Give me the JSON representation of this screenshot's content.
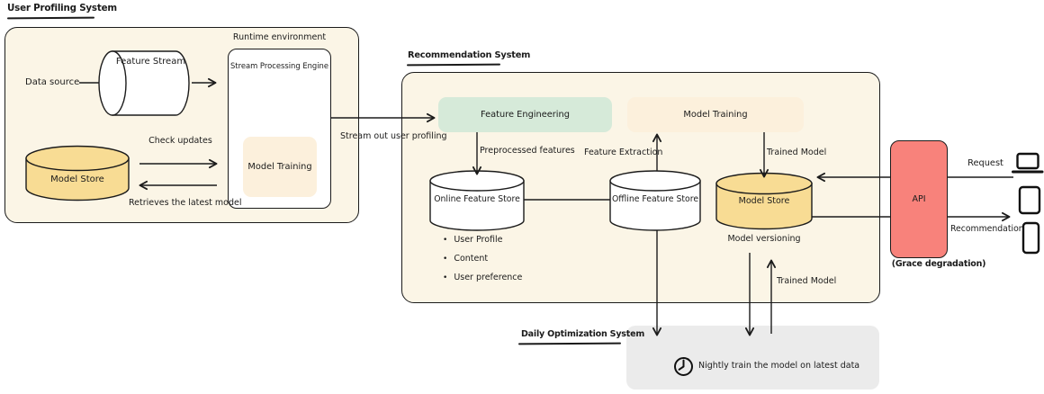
{
  "colors": {
    "background": "#ffffff",
    "panel_cream": "#fbf5e6",
    "green": "#d6ead9",
    "peach": "#fcf0dc",
    "yellow": "#f8dc94",
    "red": "#f8827b",
    "gray": "#ebebeb",
    "ink": "#1b1b1b"
  },
  "user_profiling": {
    "title": "User Profiling System",
    "data_source": "Data source",
    "feature_stream": "Feature Stream",
    "runtime_environment": "Runtime environment",
    "stream_processing_engine": "Stream Processing Engine",
    "model_training": "Model Training",
    "model_store": "Model Store",
    "check_updates": "Check updates",
    "retrieves_latest_model": "Retrieves the latest model",
    "stream_out_label": "Stream out user profiling"
  },
  "recommendation": {
    "title": "Recommendation System",
    "feature_engineering": "Feature Engineering",
    "model_training": "Model Training",
    "preprocessed_features": "Preprocessed features",
    "feature_extraction": "Feature Extraction",
    "trained_model_top": "Trained Model",
    "online_feature_store": "Online Feature Store",
    "offline_feature_store": "Offline Feature Store",
    "model_store": "Model Store",
    "model_versioning": "Model versioning",
    "online_store_items": [
      "User Profile",
      "Content",
      "User preference"
    ],
    "trained_model_bottom": "Trained Model"
  },
  "api": {
    "label": "API",
    "caption": "(Grace degradation)",
    "request_label": "Request",
    "recommendation_label": "Recommendation"
  },
  "daily_optimization": {
    "title": "Daily Optimization System",
    "note": "Nightly train the model on latest data"
  },
  "icons": {
    "clock": "clock-icon",
    "laptop": "laptop-icon",
    "tablet": "tablet-icon",
    "phone": "phone-icon"
  }
}
